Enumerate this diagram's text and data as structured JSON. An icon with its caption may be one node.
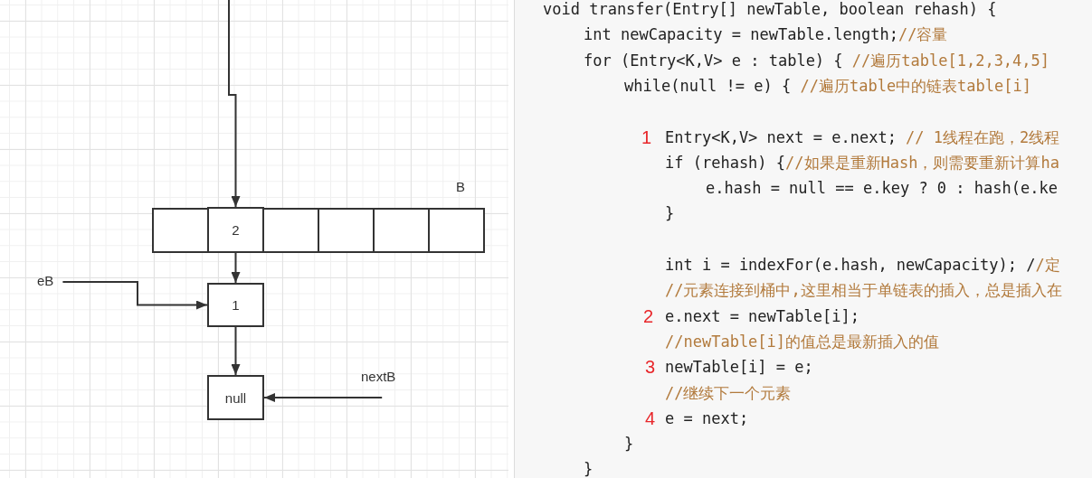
{
  "diagram": {
    "nodes": [
      {
        "text": [
          "B"
        ]
      },
      {
        "text": [],
        "shape": "box",
        "in": 0
      },
      {
        "text": [
          "2"
        ],
        "in": 0
      },
      {
        "text": [],
        "shape": "box",
        "in": 0
      },
      {
        "text": [],
        "shape": "box",
        "in": 0
      },
      {
        "text": [],
        "shape": "box",
        "in": 0
      },
      {
        "text": [],
        "shape": "box",
        "in": 0
      },
      {
        "text": [
          "eB"
        ]
      },
      {
        "text": [
          "1"
        ]
      },
      {
        "text": [
          "null"
        ]
      },
      {
        "text": [
          "nextB"
        ]
      }
    ],
    "edges": [
      {
        "from": null,
        "to": 2,
        "arrow": "to"
      },
      {
        "from": 2,
        "to": 8,
        "arrow": "to"
      },
      {
        "from": 7,
        "to": 8,
        "arrow": "to"
      },
      {
        "from": 8,
        "to": 9,
        "arrow": "to"
      },
      {
        "from": 10,
        "to": 9,
        "arrow": "to"
      }
    ],
    "labels": [
      "void transfer(Entry[] newTable, boolean rehash) {",
      "int newCapacity = newTable.length;//容量",
      "for (Entry<K,V> e : table) { //遍历table[1,2,3,4,5]",
      "while(null != e) { //遍历table中的链表table[i]",
      "1",
      "Entry<K,V> next = e.next; // 1线程在跑，2线程",
      "if (rehash) {//如果是重新Hash，则需要重新计算ha",
      "e.hash = null == e.key ? 0 : hash(e.ke",
      "}",
      "int i = indexFor(e.hash, newCapacity); //定",
      "//元素连接到桶中,这里相当于单链表的插入，总是插入在",
      "2",
      "e.next = newTable[i];",
      "//newTable[i]的值总是最新插入的值",
      "3",
      "newTable[i] = e;",
      "//继续下一个元素",
      "4",
      "e = next;",
      "}",
      "}"
    ]
  }
}
